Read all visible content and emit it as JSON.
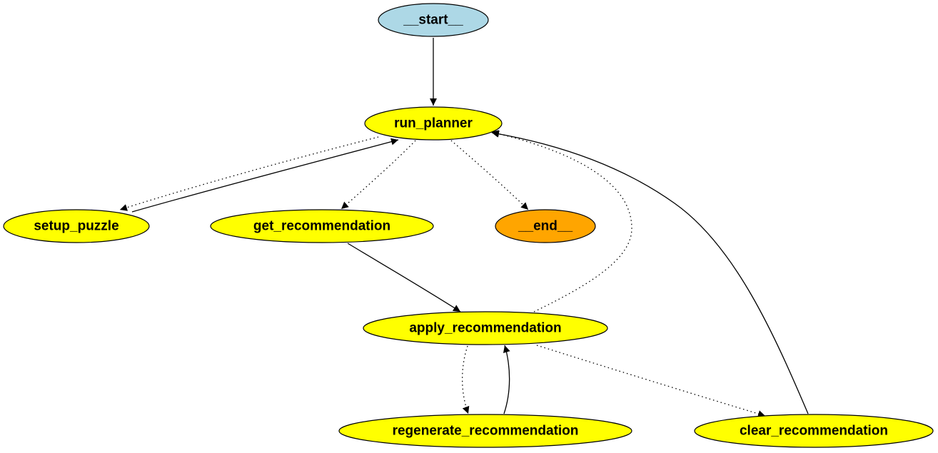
{
  "graph": {
    "nodes": [
      {
        "id": "start",
        "label": "__start__",
        "fill": "#add8e6"
      },
      {
        "id": "run_planner",
        "label": "run_planner",
        "fill": "#ffff00"
      },
      {
        "id": "setup_puzzle",
        "label": "setup_puzzle",
        "fill": "#ffff00"
      },
      {
        "id": "get_recommendation",
        "label": "get_recommendation",
        "fill": "#ffff00"
      },
      {
        "id": "end",
        "label": "__end__",
        "fill": "#ffa500"
      },
      {
        "id": "apply_recommendation",
        "label": "apply_recommendation",
        "fill": "#ffff00"
      },
      {
        "id": "regenerate_recommendation",
        "label": "regenerate_recommendation",
        "fill": "#ffff00"
      },
      {
        "id": "clear_recommendation",
        "label": "clear_recommendation",
        "fill": "#ffff00"
      }
    ],
    "edges": [
      {
        "from": "start",
        "to": "run_planner",
        "style": "solid"
      },
      {
        "from": "run_planner",
        "to": "setup_puzzle",
        "style": "dotted"
      },
      {
        "from": "setup_puzzle",
        "to": "run_planner",
        "style": "solid"
      },
      {
        "from": "run_planner",
        "to": "get_recommendation",
        "style": "dotted"
      },
      {
        "from": "run_planner",
        "to": "end",
        "style": "dotted"
      },
      {
        "from": "get_recommendation",
        "to": "apply_recommendation",
        "style": "solid"
      },
      {
        "from": "apply_recommendation",
        "to": "run_planner",
        "style": "dotted"
      },
      {
        "from": "apply_recommendation",
        "to": "regenerate_recommendation",
        "style": "dotted"
      },
      {
        "from": "regenerate_recommendation",
        "to": "apply_recommendation",
        "style": "solid"
      },
      {
        "from": "apply_recommendation",
        "to": "clear_recommendation",
        "style": "dotted"
      },
      {
        "from": "clear_recommendation",
        "to": "run_planner",
        "style": "solid"
      }
    ]
  }
}
